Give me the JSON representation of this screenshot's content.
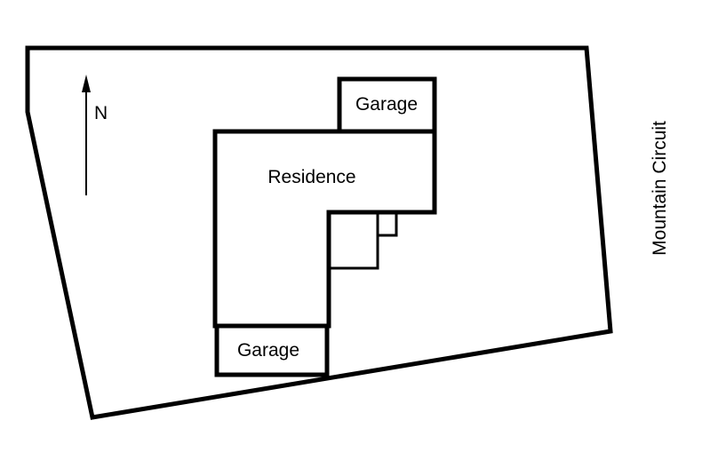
{
  "diagram": {
    "north_label": "N",
    "street_label": "Mountain Circuit",
    "buildings": {
      "residence_label": "Residence",
      "garage_north_label": "Garage",
      "garage_south_label": "Garage"
    }
  }
}
